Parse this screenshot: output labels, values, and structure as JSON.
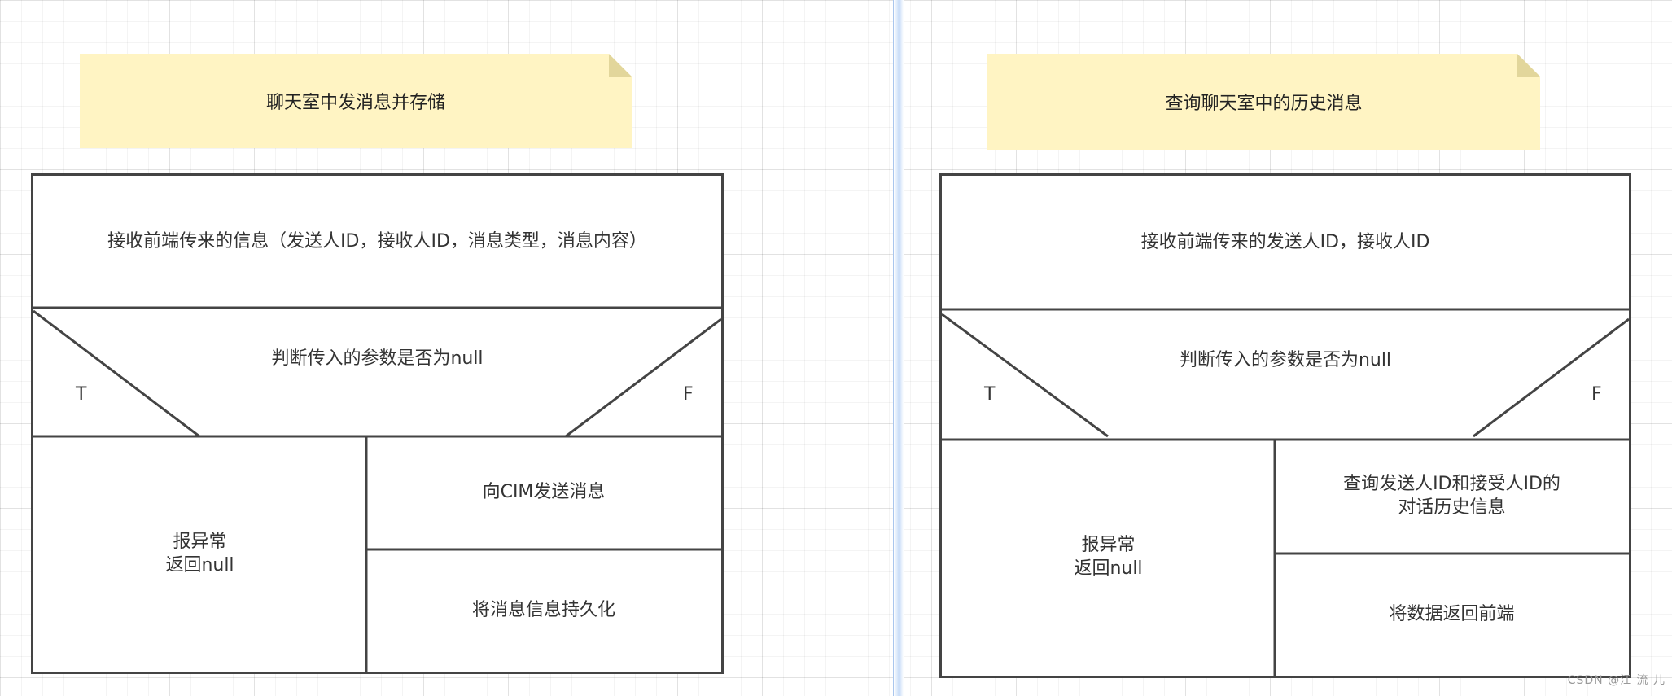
{
  "left": {
    "note": "聊天室中发消息并存储",
    "header": "接收前端传来的信息（发送人ID，接收人ID，消息类型，消息内容）",
    "condition": "判断传入的参数是否为null",
    "true_label": "T",
    "false_label": "F",
    "true_branch": "报异常\n返回null",
    "false_steps": [
      "向CIM发送消息",
      "将消息信息持久化"
    ]
  },
  "right": {
    "note": "查询聊天室中的历史消息",
    "header": "接收前端传来的发送人ID，接收人ID",
    "condition": "判断传入的参数是否为null",
    "true_label": "T",
    "false_label": "F",
    "true_branch": "报异常\n返回null",
    "false_steps": [
      "查询发送人ID和接受人ID的\n对话历史信息",
      "将数据返回前端"
    ]
  },
  "watermark": "CSDN @江 流 儿",
  "colors": {
    "note_fill": "#fff4c3",
    "note_fold": "#e2d69b",
    "stroke": "#444444",
    "divider": "#c2d8f6"
  }
}
